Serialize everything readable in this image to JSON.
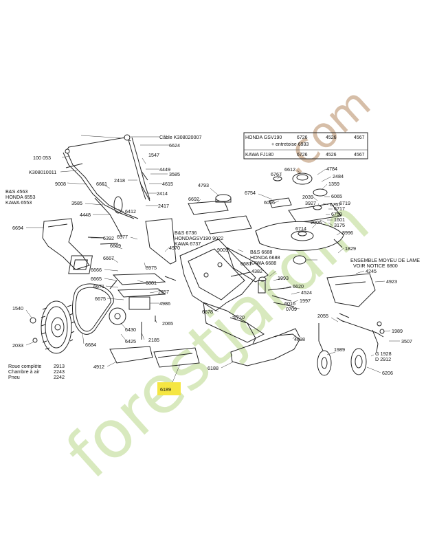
{
  "labels": {
    "cable": "Câble K308020007",
    "l6624": "6624",
    "l100053": "100 053",
    "lK308010011": "K308010011",
    "l1547": "1547",
    "l4449": "4449",
    "l3585a": "3585",
    "l4615": "4615",
    "l2418": "2418",
    "l6661": "6661",
    "l9008": "9008",
    "l2414": "2414",
    "l2417": "2417",
    "bs4563": "B&S 4563",
    "honda6553": "HONDA 6553",
    "kawa6553": "KAWA 6553",
    "l3585b": "3585",
    "l4448": "4448",
    "l6412": "6412",
    "l6694": "6694",
    "l6392": "6392",
    "l6669": "6669",
    "l6577": "6577",
    "l4970": "4970",
    "bs6736": "B&S 6736",
    "hondagsv": "HONDAGSV190 9022",
    "kawa6737": "KAWA 6737",
    "l6667": "6667",
    "l6666": "6666",
    "l8975": "8975",
    "l6665": "6665",
    "l6671": "6671",
    "l6881": "6881",
    "l2657": "2657",
    "l6675": "6675",
    "l4986": "4986",
    "l1540": "1540",
    "l2065": "2065",
    "l6430": "6430",
    "l6425": "6425",
    "l2185": "2185",
    "l6684": "6684",
    "l2033": "2033",
    "l4912": "4912",
    "roue": "Roue complète",
    "roueNum": "2913",
    "chambre": "Chambre à air",
    "chambreNum": "2243",
    "pneu": "Pneu",
    "pneuNum": "2242",
    "l6189": "6189",
    "l4793": "4793",
    "l6692": "6692",
    "l6754": "6754",
    "l6066a": "6066",
    "l6767": "6767",
    "l6612": "6612",
    "l4784": "4784",
    "l2484": "2484",
    "l1359": "1359",
    "l6065": "6065",
    "l2039": "2039",
    "l6757": "6757",
    "l3927": "3927",
    "l6719": "6719",
    "l6717": "6717",
    "l6759": "6759",
    "l1601": "1601",
    "l2006": "2006",
    "l3175": "3175",
    "l6714": "6714",
    "l8996": "8996",
    "l9009": "9009",
    "l1829": "1829",
    "l6681": "6681",
    "bs6688": "B&S 6688",
    "honda6688": "HONDA 6688",
    "kawa6688": "KAWA 6688",
    "ensemble": "ENSEMBLE MOYEU DE LAME",
    "voir": "VOIR NOTICE 6800",
    "l4245": "4245",
    "l4923": "4923",
    "l4382": "4382",
    "l1993": "1993",
    "l6620": "6620",
    "l4524": "4524",
    "l6016": "6016",
    "l1997": "1997",
    "l0709": "0709",
    "l6678": "6678",
    "l6720": "6720",
    "l2055": "2055",
    "l1989a": "1989",
    "l3507": "3507",
    "l4898": "4898",
    "l1989b": "1989",
    "g1928": "G 1928",
    "d2912": "D 2912",
    "l6188": "6188",
    "l6206": "6206"
  },
  "table": {
    "r1c1": "HONDA GSV190",
    "r1c2": "6726",
    "r1c3": "4526",
    "r1c4": "4567",
    "r2c1": "+ entretoise 6933",
    "r3c1": "KAWA FJ180",
    "r3c2": "6726",
    "r3c3": "4526",
    "r3c4": "4567"
  },
  "watermark": {
    "main": "forestjardin",
    "site": ".com",
    "main_color": "#b9d88a",
    "site_color": "#c9a98c"
  },
  "highlight_color": "#f5e642"
}
